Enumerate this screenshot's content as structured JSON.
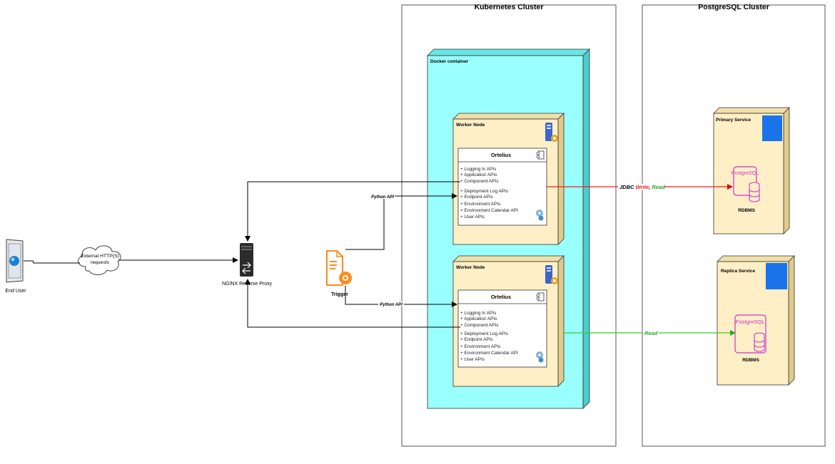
{
  "clusters": {
    "kubernetes": "Kubernetes Cluster",
    "postgres": "PostgreSQL Cluster"
  },
  "docker": {
    "title": "Docker container"
  },
  "workers": [
    {
      "title": "Worker Node",
      "component": "Ortelius",
      "apis": [
        "+ Logging In APIs",
        "+ Application APIs",
        "+ Component APIs",
        "+ Deployment Log APIs",
        "+ Endpoint APIs",
        "+ Environment APIs",
        "+ Environment Calendar API",
        "+ User APIs"
      ]
    },
    {
      "title": "Worker Node",
      "component": "Ortelius",
      "apis": [
        "+ Logging In APIs",
        "+ Application APIs",
        "+ Component APIs",
        "+ Deployment Log APIs",
        "+ Endpoint APIs",
        "+ Environment APIs",
        "+ Environment Calendar API",
        "+ User APIs"
      ]
    }
  ],
  "left": {
    "end_user": "End User",
    "cloud_line1": "External HTTP(S)",
    "cloud_line2": "requests",
    "proxy": "NGINX Reverse Proxy",
    "trigger": "Trigger"
  },
  "edges": {
    "python_api_1": "Python API",
    "python_api_2": "Python API",
    "jdbc_prefix": "JDBC ",
    "jdbc_write": "Write",
    "jdbc_sep": ", ",
    "jdbc_read": "Read",
    "replica_read": "Read"
  },
  "services": {
    "primary": {
      "title": "Primary Service",
      "db": "PostgreSQL",
      "type": "RDBMS"
    },
    "replica": {
      "title": "Replica Service",
      "db": "PostgreSQL",
      "type": "RDBMS"
    }
  },
  "colors": {
    "docker_fill": "#99ffff",
    "node_fill": "#ffefc7",
    "write_line": "#ff1a1a",
    "read_line": "#33cc33",
    "db_icon": "#cc33cc",
    "square": "#1a73e8",
    "trigger": "#ff8c1a"
  }
}
